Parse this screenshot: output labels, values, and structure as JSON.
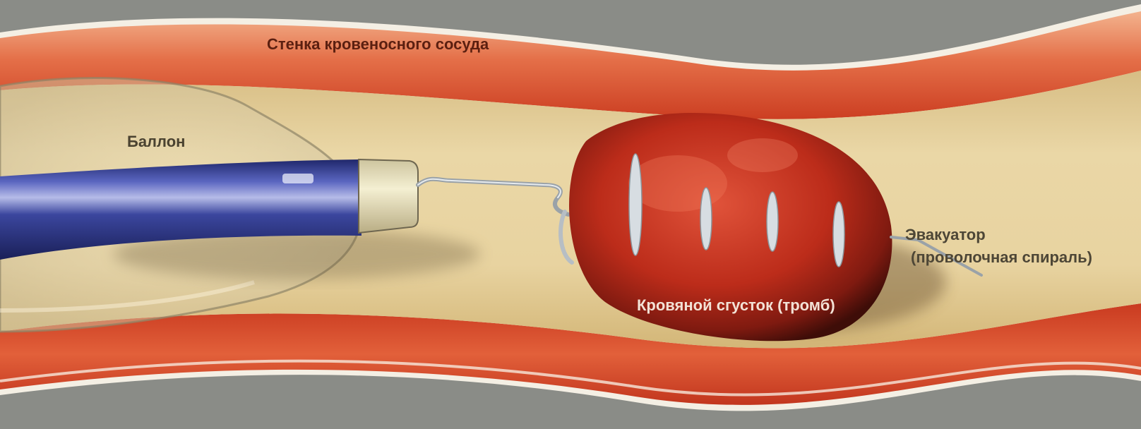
{
  "labels": {
    "vessel_wall": "Стенка кровеносного сосуда",
    "balloon": "Баллон",
    "clot": "Кровяной сгусток (тромб)",
    "evacuator_line1": "Эвакуатор",
    "evacuator_line2": "(проволочная спираль)"
  },
  "colors": {
    "background": "#8a8c87",
    "vessel_wall": "#d9542f",
    "vessel_wall_light": "#f0a47e",
    "lumen": "#e6cf98",
    "catheter": "#343e92",
    "clot": "#b8281a",
    "wire": "#c9cfd4"
  },
  "icons": {
    "vessel": "blood-vessel-illustration",
    "balloon": "balloon-illustration",
    "catheter": "catheter-illustration",
    "clot": "blood-clot-illustration",
    "coil": "wire-coil-illustration"
  }
}
